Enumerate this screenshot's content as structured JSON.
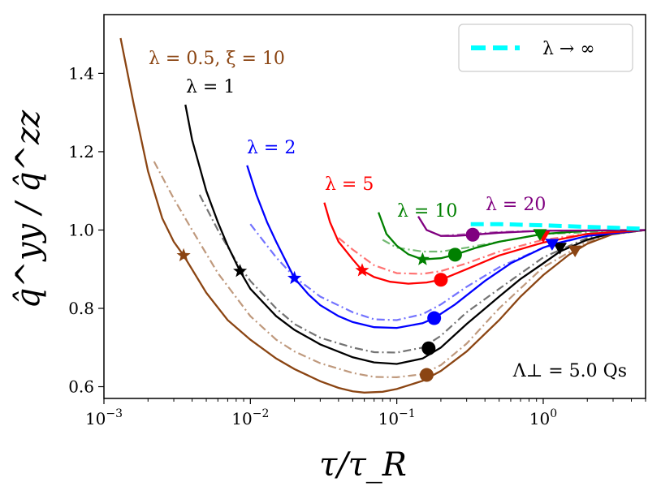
{
  "chart_data": {
    "type": "line",
    "xscale": "log",
    "xlim": [
      0.001,
      5
    ],
    "ylim": [
      0.57,
      1.55
    ],
    "xlabel": "τ/τ_R",
    "ylabel": "q̂^yy / q̂^zz",
    "xticks": [
      {
        "value": 0.001,
        "base": "10",
        "exp": "−3"
      },
      {
        "value": 0.01,
        "base": "10",
        "exp": "−2"
      },
      {
        "value": 0.1,
        "base": "10",
        "exp": "−1"
      },
      {
        "value": 1,
        "base": "10",
        "exp": "0"
      }
    ],
    "yticks": [
      {
        "value": 0.6,
        "label": "0.6"
      },
      {
        "value": 0.8,
        "label": "0.8"
      },
      {
        "value": 1.0,
        "label": "1.0"
      },
      {
        "value": 1.2,
        "label": "1.2"
      },
      {
        "value": 1.4,
        "label": "1.4"
      }
    ],
    "legend": {
      "position": "top-right",
      "label": "λ → ∞",
      "color": "#00ffff"
    },
    "annotation": "Λ⊥ = 5.0 Qs",
    "series": [
      {
        "label": "λ = 0.5, ξ = 10",
        "color": "#8b4513",
        "solid": [
          [
            0.0013,
            1.49
          ],
          [
            0.0016,
            1.32
          ],
          [
            0.002,
            1.15
          ],
          [
            0.0025,
            1.03
          ],
          [
            0.003,
            0.97
          ],
          [
            0.0035,
            0.935
          ],
          [
            0.005,
            0.84
          ],
          [
            0.007,
            0.77
          ],
          [
            0.01,
            0.72
          ],
          [
            0.015,
            0.672
          ],
          [
            0.02,
            0.645
          ],
          [
            0.03,
            0.614
          ],
          [
            0.04,
            0.597
          ],
          [
            0.05,
            0.588
          ],
          [
            0.06,
            0.585
          ],
          [
            0.08,
            0.587
          ],
          [
            0.1,
            0.594
          ],
          [
            0.15,
            0.615
          ],
          [
            0.2,
            0.64
          ],
          [
            0.3,
            0.69
          ],
          [
            0.5,
            0.77
          ],
          [
            0.7,
            0.83
          ],
          [
            1.0,
            0.885
          ],
          [
            1.5,
            0.937
          ],
          [
            2.0,
            0.965
          ],
          [
            3.0,
            0.99
          ],
          [
            5.0,
            1.0
          ]
        ],
        "dashdot": [
          [
            0.0022,
            1.175
          ],
          [
            0.003,
            1.08
          ],
          [
            0.004,
            1.0
          ],
          [
            0.006,
            0.89
          ],
          [
            0.01,
            0.78
          ],
          [
            0.015,
            0.72
          ],
          [
            0.02,
            0.69
          ],
          [
            0.03,
            0.66
          ],
          [
            0.05,
            0.635
          ],
          [
            0.07,
            0.625
          ],
          [
            0.1,
            0.624
          ],
          [
            0.15,
            0.632
          ],
          [
            0.2,
            0.655
          ],
          [
            0.3,
            0.71
          ],
          [
            0.5,
            0.8
          ],
          [
            1.0,
            0.905
          ],
          [
            2.0,
            0.97
          ],
          [
            3.0,
            0.99
          ],
          [
            5.0,
            1.0
          ]
        ],
        "star": [
          0.0035,
          0.935
        ],
        "circle": [
          0.16,
          0.63
        ],
        "triangle": [
          1.65,
          0.948
        ]
      },
      {
        "label": "λ = 1",
        "color": "#000000",
        "solid": [
          [
            0.0036,
            1.32
          ],
          [
            0.004,
            1.23
          ],
          [
            0.005,
            1.1
          ],
          [
            0.006,
            1.02
          ],
          [
            0.007,
            0.96
          ],
          [
            0.0085,
            0.895
          ],
          [
            0.01,
            0.85
          ],
          [
            0.015,
            0.78
          ],
          [
            0.02,
            0.745
          ],
          [
            0.03,
            0.708
          ],
          [
            0.05,
            0.675
          ],
          [
            0.07,
            0.662
          ],
          [
            0.1,
            0.658
          ],
          [
            0.15,
            0.672
          ],
          [
            0.2,
            0.7
          ],
          [
            0.3,
            0.76
          ],
          [
            0.5,
            0.83
          ],
          [
            0.7,
            0.875
          ],
          [
            1.0,
            0.915
          ],
          [
            1.3,
            0.945
          ],
          [
            2.0,
            0.975
          ],
          [
            3.0,
            0.993
          ],
          [
            5.0,
            1.0
          ]
        ],
        "dashdot": [
          [
            0.0045,
            1.09
          ],
          [
            0.006,
            1.0
          ],
          [
            0.008,
            0.92
          ],
          [
            0.01,
            0.87
          ],
          [
            0.015,
            0.8
          ],
          [
            0.02,
            0.76
          ],
          [
            0.03,
            0.725
          ],
          [
            0.05,
            0.7
          ],
          [
            0.07,
            0.688
          ],
          [
            0.1,
            0.687
          ],
          [
            0.15,
            0.7
          ],
          [
            0.2,
            0.73
          ],
          [
            0.3,
            0.79
          ],
          [
            0.5,
            0.85
          ],
          [
            1.0,
            0.93
          ],
          [
            2.0,
            0.98
          ],
          [
            5.0,
            1.0
          ]
        ],
        "star": [
          0.0085,
          0.895
        ],
        "circle": [
          0.165,
          0.698
        ],
        "triangle": [
          1.3,
          0.955
        ]
      },
      {
        "label": "λ = 2",
        "color": "#0000ff",
        "solid": [
          [
            0.0095,
            1.165
          ],
          [
            0.011,
            1.09
          ],
          [
            0.013,
            1.02
          ],
          [
            0.015,
            0.97
          ],
          [
            0.02,
            0.877
          ],
          [
            0.025,
            0.835
          ],
          [
            0.03,
            0.808
          ],
          [
            0.04,
            0.78
          ],
          [
            0.05,
            0.765
          ],
          [
            0.07,
            0.752
          ],
          [
            0.1,
            0.75
          ],
          [
            0.15,
            0.762
          ],
          [
            0.18,
            0.775
          ],
          [
            0.25,
            0.81
          ],
          [
            0.4,
            0.87
          ],
          [
            0.6,
            0.915
          ],
          [
            1.0,
            0.955
          ],
          [
            1.2,
            0.965
          ],
          [
            2.0,
            0.985
          ],
          [
            5.0,
            1.0
          ]
        ],
        "dashdot": [
          [
            0.01,
            1.015
          ],
          [
            0.015,
            0.93
          ],
          [
            0.02,
            0.88
          ],
          [
            0.03,
            0.83
          ],
          [
            0.05,
            0.79
          ],
          [
            0.07,
            0.772
          ],
          [
            0.1,
            0.77
          ],
          [
            0.15,
            0.785
          ],
          [
            0.2,
            0.81
          ],
          [
            0.3,
            0.855
          ],
          [
            0.5,
            0.905
          ],
          [
            1.0,
            0.955
          ],
          [
            2.0,
            0.985
          ],
          [
            5.0,
            1.0
          ]
        ],
        "star": [
          0.02,
          0.877
        ],
        "circle": [
          0.18,
          0.775
        ],
        "triangle": [
          1.15,
          0.965
        ]
      },
      {
        "label": "λ = 5",
        "color": "#ff0000",
        "solid": [
          [
            0.032,
            1.07
          ],
          [
            0.035,
            1.02
          ],
          [
            0.04,
            0.97
          ],
          [
            0.05,
            0.925
          ],
          [
            0.058,
            0.897
          ],
          [
            0.07,
            0.88
          ],
          [
            0.09,
            0.868
          ],
          [
            0.12,
            0.863
          ],
          [
            0.16,
            0.866
          ],
          [
            0.2,
            0.873
          ],
          [
            0.3,
            0.9
          ],
          [
            0.5,
            0.935
          ],
          [
            1.0,
            0.968
          ],
          [
            2.0,
            0.99
          ],
          [
            5.0,
            1.0
          ]
        ],
        "dashdot": [
          [
            0.04,
            0.98
          ],
          [
            0.05,
            0.95
          ],
          [
            0.07,
            0.91
          ],
          [
            0.1,
            0.89
          ],
          [
            0.15,
            0.888
          ],
          [
            0.2,
            0.895
          ],
          [
            0.3,
            0.915
          ],
          [
            0.5,
            0.945
          ],
          [
            1.0,
            0.975
          ],
          [
            2.0,
            0.99
          ],
          [
            5.0,
            1.0
          ]
        ],
        "star": [
          0.058,
          0.897
        ],
        "circle": [
          0.2,
          0.873
        ],
        "triangle": [
          1.0,
          0.985
        ]
      },
      {
        "label": "λ = 10",
        "color": "#008000",
        "solid": [
          [
            0.075,
            1.045
          ],
          [
            0.085,
            0.99
          ],
          [
            0.1,
            0.96
          ],
          [
            0.12,
            0.938
          ],
          [
            0.15,
            0.925
          ],
          [
            0.2,
            0.928
          ],
          [
            0.25,
            0.937
          ],
          [
            0.35,
            0.955
          ],
          [
            0.5,
            0.97
          ],
          [
            1.0,
            0.99
          ],
          [
            2.0,
            0.998
          ],
          [
            5.0,
            1.0
          ]
        ],
        "dashdot": [
          [
            0.08,
            0.975
          ],
          [
            0.1,
            0.955
          ],
          [
            0.15,
            0.945
          ],
          [
            0.2,
            0.945
          ],
          [
            0.3,
            0.955
          ],
          [
            0.5,
            0.97
          ],
          [
            1.0,
            0.99
          ],
          [
            5.0,
            1.0
          ]
        ],
        "star": [
          0.15,
          0.925
        ],
        "circle": [
          0.25,
          0.937
        ],
        "triangle": [
          0.95,
          0.99
        ]
      },
      {
        "label": "λ = 20",
        "color": "#800080",
        "solid": [
          [
            0.14,
            1.035
          ],
          [
            0.16,
            1.0
          ],
          [
            0.2,
            0.985
          ],
          [
            0.25,
            0.985
          ],
          [
            0.33,
            0.988
          ],
          [
            0.5,
            0.993
          ],
          [
            1.0,
            0.998
          ],
          [
            5.0,
            1.0
          ]
        ],
        "dashdot": [
          [
            0.2,
            0.985
          ],
          [
            0.3,
            0.99
          ],
          [
            0.5,
            0.995
          ],
          [
            1.0,
            0.998
          ],
          [
            5.0,
            1.0
          ]
        ],
        "circle": [
          0.33,
          0.988
        ]
      }
    ],
    "infinity_curve": [
      [
        0.32,
        1.015
      ],
      [
        0.5,
        1.015
      ],
      [
        1.0,
        1.012
      ],
      [
        2.0,
        1.008
      ],
      [
        5.0,
        1.003
      ]
    ]
  }
}
